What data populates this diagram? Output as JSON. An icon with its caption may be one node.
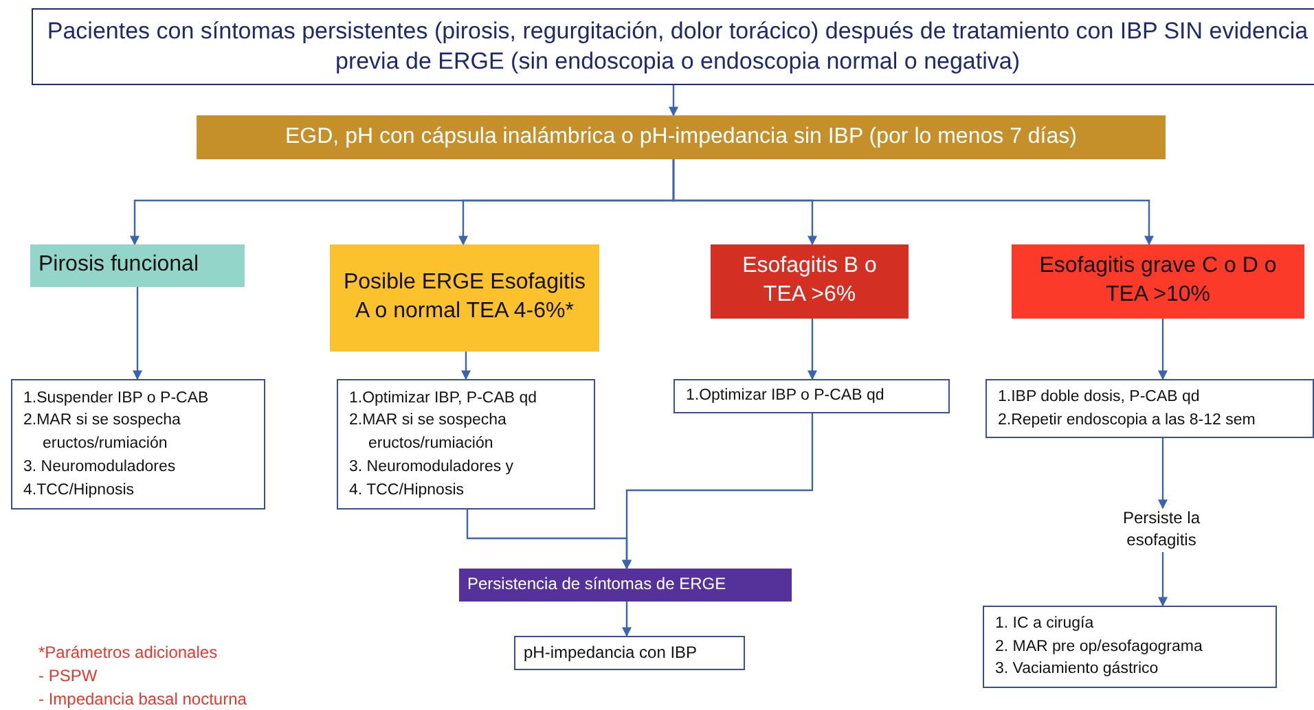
{
  "diagram": {
    "nodes": [
      {
        "text": [
          "Pacientes con síntomas persistentes (pirosis, regurgitación, dolor torácico) después de tratamiento con IBP SIN evidencia previa de ERGE (sin endoscopia o endoscopia normal o negativa)"
        ]
      },
      {
        "text": [
          "EGD, pH con cápsula inalámbrica o pH-impedancia sin IBP (por lo menos 7 días)"
        ]
      },
      {
        "text": [
          "Pirosis funcional"
        ]
      },
      {
        "text": [
          "Posible ERGE Esofagitis A o normal TEA 4-6%*"
        ]
      },
      {
        "text": [
          "Esofagitis  B  o TEA >6%"
        ]
      },
      {
        "text": [
          "Esofagitis grave  C o D o TEA >10%"
        ]
      },
      {
        "text": [
          "1.Suspender IBP o P-CAB",
          "2.MAR si se sospecha eructos/rumiación",
          "3. Neuromoduladores",
          "4.TCC/Hipnosis"
        ]
      },
      {
        "text": [
          "1.Optimizar IBP, P-CAB qd",
          "2.MAR si se sospecha eructos/rumiación",
          "3. Neuromoduladores y",
          "4. TCC/Hipnosis"
        ]
      },
      {
        "text": [
          "1.Optimizar IBP o  P-CAB qd"
        ]
      },
      {
        "text": [
          "1.IBP doble dosis, P-CAB qd",
          "2.Repetir endoscopia a las 8-12 sem"
        ]
      },
      {
        "text": [
          "Persistencia de síntomas de ERGE"
        ]
      },
      {
        "text": [
          "pH-impedancia con IBP"
        ]
      },
      {
        "text": [
          "Persiste la esofagitis"
        ]
      },
      {
        "text": [
          "1.   IC a cirugía",
          "2.   MAR pre op/esofagograma",
          "3.   Vaciamiento gástrico"
        ]
      }
    ],
    "edges": [
      {
        "from": 0,
        "to": 1,
        "arrow": "to"
      },
      {
        "from": 1,
        "to": 2,
        "arrow": "to"
      },
      {
        "from": 1,
        "to": 3,
        "arrow": "to"
      },
      {
        "from": 1,
        "to": 4,
        "arrow": "to"
      },
      {
        "from": 1,
        "to": 5,
        "arrow": "to"
      },
      {
        "from": 2,
        "to": 6,
        "arrow": "to"
      },
      {
        "from": 3,
        "to": 7,
        "arrow": "to"
      },
      {
        "from": 4,
        "to": 8,
        "arrow": "to"
      },
      {
        "from": 5,
        "to": 9,
        "arrow": "to"
      },
      {
        "from": 7,
        "to": 10,
        "arrow": "to"
      },
      {
        "from": 8,
        "to": 10,
        "arrow": "to"
      },
      {
        "from": 10,
        "to": 11,
        "arrow": "to"
      },
      {
        "from": 9,
        "to": 12,
        "arrow": "to"
      },
      {
        "from": 12,
        "to": 13,
        "arrow": "to"
      }
    ],
    "labels": [
      "*Parámetros adicionales",
      "- PSPW",
      "- Impedancia basal nocturna"
    ]
  }
}
